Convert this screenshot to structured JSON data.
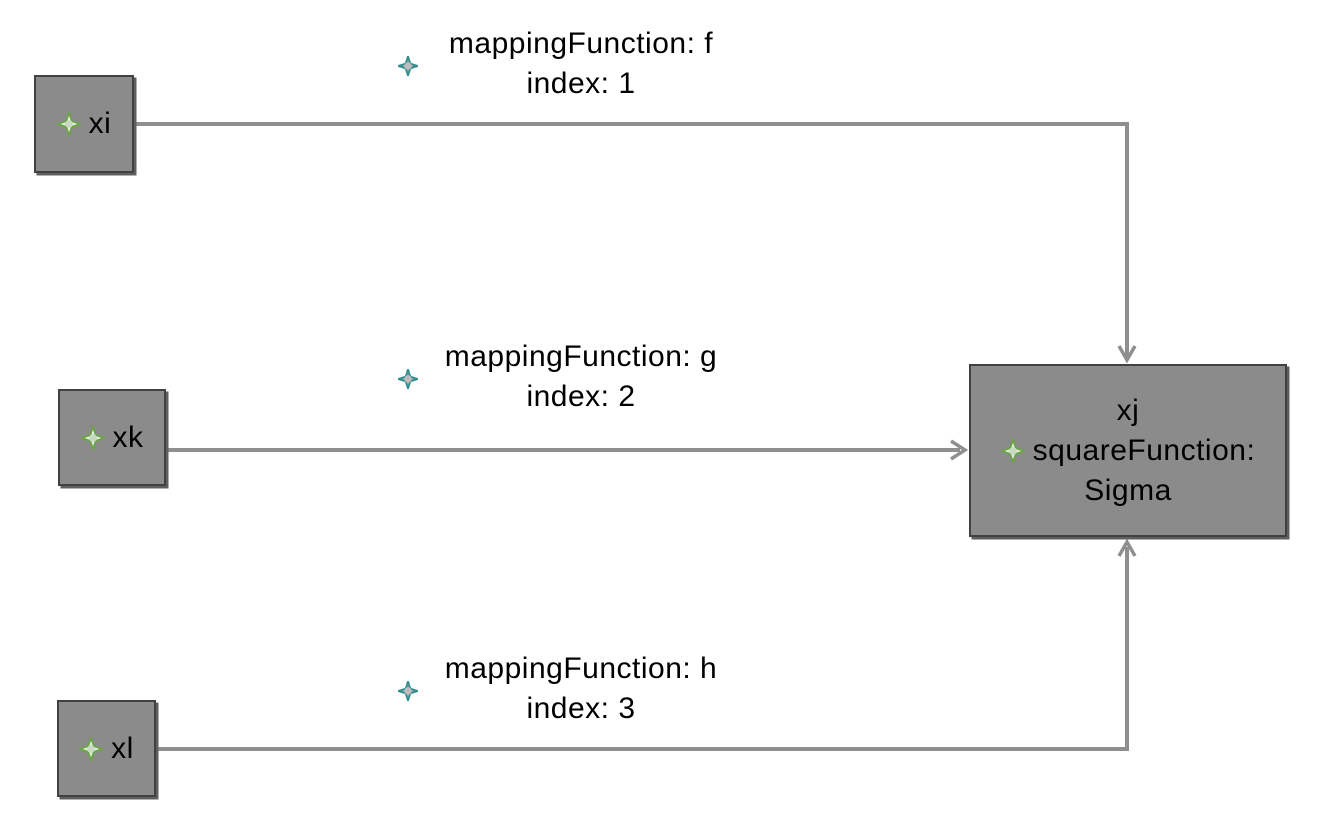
{
  "diagram": {
    "nodes": {
      "xi": {
        "label": "xi"
      },
      "xk": {
        "label": "xk"
      },
      "xl": {
        "label": "xl"
      },
      "xj": {
        "name": "xj",
        "function_label": "squareFunction:",
        "function_value": "Sigma"
      }
    },
    "edges": [
      {
        "source": "xi",
        "target": "xj",
        "mappingFunction": "f",
        "index": 1,
        "label_line1": "mappingFunction: f",
        "label_line2": "index: 1"
      },
      {
        "source": "xk",
        "target": "xj",
        "mappingFunction": "g",
        "index": 2,
        "label_line1": "mappingFunction: g",
        "label_line2": "index: 2"
      },
      {
        "source": "xl",
        "target": "xj",
        "mappingFunction": "h",
        "index": 3,
        "label_line1": "mappingFunction: h",
        "label_line2": "index: 3"
      }
    ],
    "colors": {
      "background": "#ffffff",
      "node_fill": "#8b8b8b",
      "node_border": "#414141",
      "node_shadow": "#5f5f5f",
      "edge_line": "#8f8f8f",
      "text": "#000000",
      "node_icon_green": "#6aa348",
      "edge_label_icon_teal": "#2f8f8f"
    },
    "icons": {
      "node_icon": "diamond-star-icon (green)",
      "edge_label_icon": "diamond-star-icon (teal)"
    }
  }
}
